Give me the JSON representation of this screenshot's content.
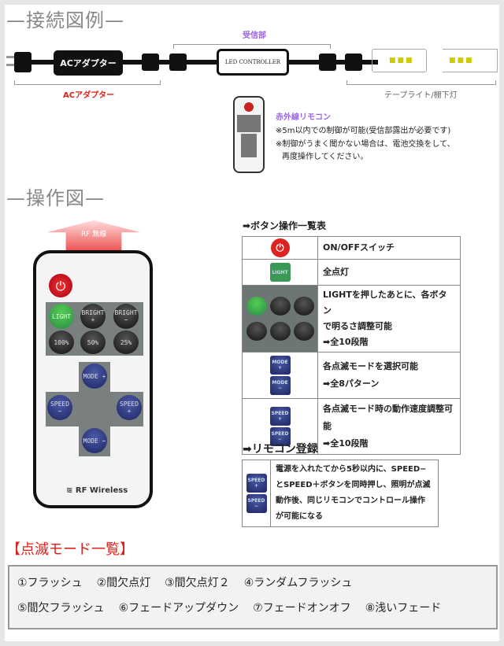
{
  "connection": {
    "title": "—接続図例—",
    "receiver_label": "受信部",
    "adapter_text": "ACアダプター",
    "adapter_label": "ACアダプター",
    "controller_text": "LED CONTROLLER",
    "tape_label": "テープライト/棚下灯",
    "remote_label": "赤外線リモコン",
    "note1": "※5m以内での制御が可能(受信部露出が必要です)",
    "note2": "※制御がうまく聞かない場合は、電池交換をして、",
    "note3": "再度操作してください。"
  },
  "operation": {
    "title": "—操作図—",
    "rf_label": "RF 無線",
    "remote": {
      "light": "LIGHT",
      "bright_plus": "BRIGHT +",
      "bright_minus": "BRIGHT −",
      "p100": "100%",
      "p50": "50%",
      "p25": "25%",
      "mode_plus": "MODE +",
      "mode_minus": "MODE −",
      "speed_minus": "SPEED −",
      "speed_plus": "SPEED +",
      "brand": "RF Wireless"
    }
  },
  "button_table": {
    "title": "➡ボタン操作一覧表",
    "rows": [
      {
        "desc": [
          "ON/OFFスイッチ"
        ]
      },
      {
        "icon": "LIGHT",
        "desc": [
          "全点灯"
        ]
      },
      {
        "desc": [
          "LIGHTを押したあとに、各ボタン",
          "で明るさ調整可能",
          "➡全10段階"
        ]
      },
      {
        "icons": [
          "MODE +",
          "MODE −"
        ],
        "desc": [
          "各点滅モードを選択可能",
          "➡全8パターン"
        ]
      },
      {
        "icons": [
          "SPEED +",
          "SPEED −"
        ],
        "desc": [
          "各点滅モード時の動作速度調整可能",
          "➡全10段階"
        ]
      }
    ]
  },
  "registration": {
    "title": "➡リモコン登録",
    "icons": [
      "SPEED +",
      "SPEED −"
    ],
    "lines": [
      "電源を入れたてから5秒以内に、SPEED−",
      "とSPEED＋ボタンを同時押し、照明が点滅",
      "動作後、同じリモコンでコントロール操作",
      "が可能になる"
    ]
  },
  "modes": {
    "title": "【点滅モード一覧】",
    "row1": [
      "①フラッシュ",
      "②間欠点灯",
      "③間欠点灯２",
      "④ランダムフラッシュ"
    ],
    "row2": [
      "⑤間欠フラッシュ",
      "⑥フェードアップダウン",
      "⑦フェードオンオフ",
      "⑧浅いフェード"
    ]
  },
  "colors": {
    "red": "#e0201a",
    "purple": "#9966dd",
    "gray": "#888888"
  }
}
